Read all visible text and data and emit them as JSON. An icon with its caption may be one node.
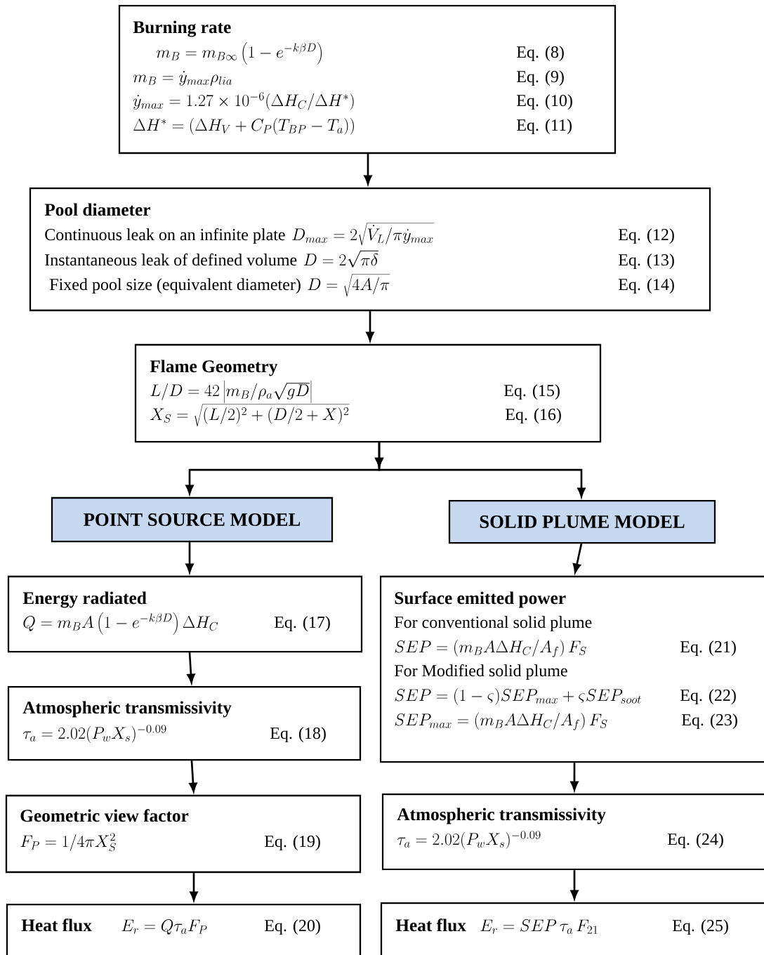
{
  "diagram": {
    "nodes": [
      {
        "text": [
          "Burning rate",
          "m_B = m_{B\\infty}\\left(1 - e^{-k\\beta D}\\right)",
          "Eq. (8)",
          "m_B = \\dot{y}_{max}\\rho_{lia}",
          "Eq. (9)",
          "\\dot{y}_{max} = 1.27 \\times 10^{-6}(\\Delta H_C/\\Delta H^{*})",
          "Eq. (10)",
          "\\Delta H^{*} = \\left(\\Delta H_V + C_P(T_{BP} - T_a)\\right)",
          "Eq. (11)"
        ]
      },
      {
        "text": [
          "Pool diameter",
          "Continuous leak on an infinite plate",
          "D_{max} = 2\\sqrt{\\dot{V}_L/\\pi \\dot{y}_{max}}",
          "Eq. (12)",
          "Instantaneous leak of defined volume",
          "D = 2\\sqrt{\\pi\\delta}",
          "Eq. (13)",
          "Fixed pool size (equivalent diameter)",
          "D = \\sqrt{4A/\\pi}",
          "Eq. (14)"
        ]
      },
      {
        "text": [
          "Flame Geometry",
          "L/D = 42\\left|m_B/\\rho_a\\sqrt{gD}\\right|",
          "Eq. (15)",
          "X_S = \\sqrt{(L/2)^2 + (D/2 + X)^2}",
          "Eq. (16)"
        ]
      },
      {
        "text": [
          "POINT SOURCE MODEL"
        ]
      },
      {
        "text": [
          "SOLID PLUME MODEL"
        ]
      },
      {
        "text": [
          "Energy radiated",
          "Q = m_B A\\left(1 - e^{-k\\beta D}\\right)\\Delta H_C",
          "Eq. (17)"
        ]
      },
      {
        "text": [
          "Atmospheric transmissivity",
          "\\tau_a = 2.02(P_w X_s)^{-0.09}",
          "Eq. (18)"
        ]
      },
      {
        "text": [
          "Geometric view factor",
          "F_P = 1/4\\pi X_S^2",
          "Eq. (19)"
        ]
      },
      {
        "text": [
          "Heat flux",
          "E_r = Q\\tau_a F_P",
          "Eq. (20)"
        ]
      },
      {
        "text": [
          "Surface emitted power",
          "For conventional solid plume",
          "SEP = \\left(m_B A\\Delta H_C/A_f\\right)F_S",
          "Eq. (21)",
          "For Modified solid plume",
          "SEP = (1-\\varsigma)SEP_{max} + \\varsigma SEP_{soot}",
          "Eq. (22)",
          "SEP_{max} = \\left(m_B A\\Delta H_C/A_f\\right)F_S",
          "Eq. (23)"
        ]
      },
      {
        "text": [
          "Atmospheric transmissivity",
          "\\tau_a = 2.02(P_w X_s)^{-0.09}",
          "Eq. (24)"
        ]
      },
      {
        "text": [
          "Heat flux",
          "E_r = SEP\\,\\tau_a\\,F_{21}",
          "Eq. (25)"
        ]
      }
    ],
    "edges": [
      {
        "from": 0,
        "to": 1,
        "arrow": "to"
      },
      {
        "from": 1,
        "to": 2,
        "arrow": "to"
      },
      {
        "from": 2,
        "to": 3,
        "arrow": "to"
      },
      {
        "from": 2,
        "to": 4,
        "arrow": "to"
      },
      {
        "from": 3,
        "to": 5,
        "arrow": "to"
      },
      {
        "from": 5,
        "to": 6,
        "arrow": "to"
      },
      {
        "from": 6,
        "to": 7,
        "arrow": "to"
      },
      {
        "from": 7,
        "to": 8,
        "arrow": "to"
      },
      {
        "from": 4,
        "to": 9,
        "arrow": "to"
      },
      {
        "from": 9,
        "to": 10,
        "arrow": "to"
      },
      {
        "from": 10,
        "to": 11,
        "arrow": "to"
      }
    ]
  }
}
